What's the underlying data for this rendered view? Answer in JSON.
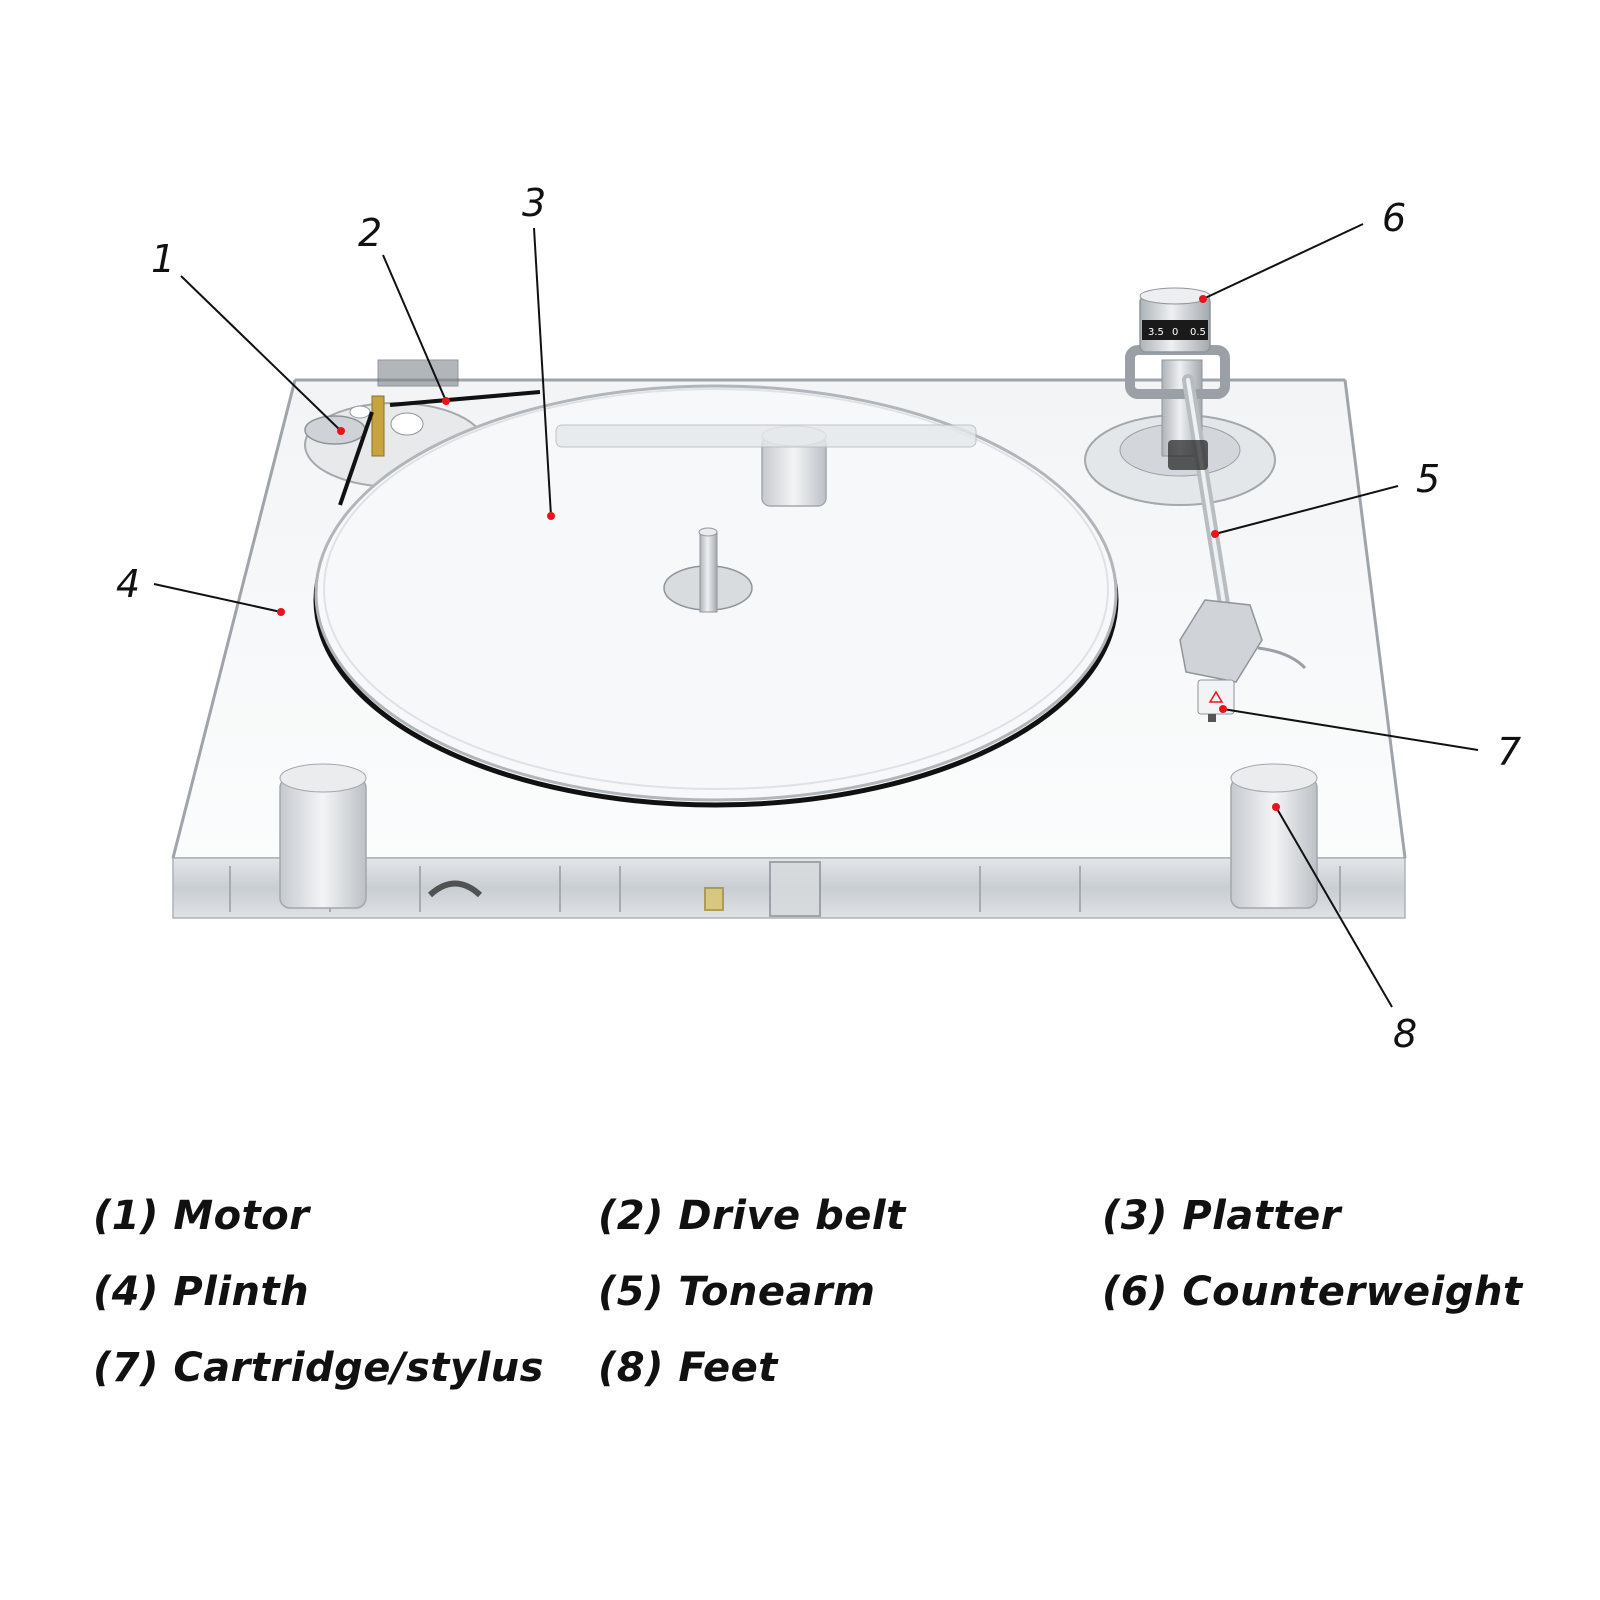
{
  "callouts": [
    {
      "num": "1",
      "label": "Motor"
    },
    {
      "num": "2",
      "label": "Drive belt"
    },
    {
      "num": "3",
      "label": "Platter"
    },
    {
      "num": "4",
      "label": "Plinth"
    },
    {
      "num": "5",
      "label": "Tonearm"
    },
    {
      "num": "6",
      "label": "Counterweight"
    },
    {
      "num": "7",
      "label": "Cartridge/stylus"
    },
    {
      "num": "8",
      "label": "Feet"
    }
  ],
  "legend": [
    "(1) Motor",
    "(2) Drive belt",
    "(3) Platter",
    "(4) Plinth",
    "(5) Tonearm",
    "(6) Counterweight",
    "(7) Cartridge/stylus",
    "(8) Feet"
  ],
  "counterweight_dial": [
    "3.5",
    "0",
    "0.5"
  ],
  "colors": {
    "marker": "#e8141b",
    "leader": "#111111",
    "acrylic": "#f4f6f8",
    "edge": "#b9bec4",
    "metal": "#c4c8cd",
    "belt": "#111111"
  }
}
